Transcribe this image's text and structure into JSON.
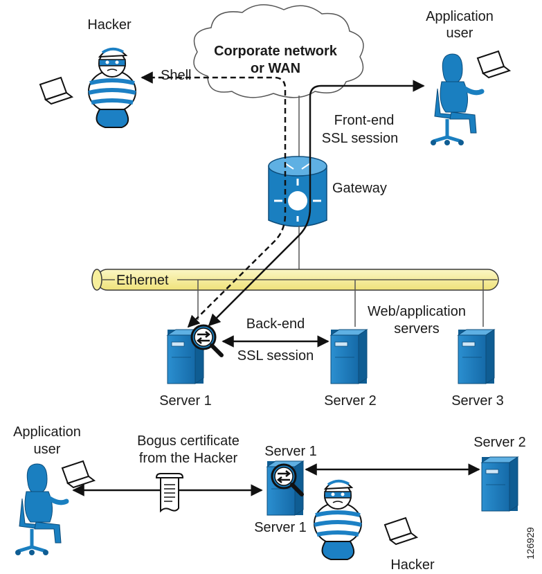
{
  "colors": {
    "device_blue": "#1a7fc0",
    "device_dark": "#0f5d93",
    "ethernet_fill": "#f7ef9c",
    "ethernet_stroke": "#3a3a3a",
    "line": "#111111",
    "hacker_shirt_blue": "#1c80c4"
  },
  "cloud": {
    "line1": "Corporate network",
    "line2": "or WAN"
  },
  "top": {
    "hacker_label": "Hacker",
    "shell_label": "Shell",
    "app_user_line1": "Application",
    "app_user_line2": "user",
    "frontend_line1": "Front-end",
    "frontend_line2": "SSL session",
    "gateway_label": "Gateway",
    "ethernet_label": "Ethernet",
    "webapp_line1": "Web/application",
    "webapp_line2": "servers",
    "backend_line1": "Back-end",
    "backend_line2": "SSL session",
    "server1_label": "Server 1",
    "server2_label": "Server 2",
    "server3_label": "Server 3"
  },
  "bottom": {
    "app_user_line1": "Application",
    "app_user_line2": "user",
    "bogus_line1": "Bogus certificate",
    "bogus_line2": "from the Hacker",
    "server1_top_label": "Server 1",
    "server1_bottom_label": "Server 1",
    "server2_label": "Server 2",
    "hacker_label": "Hacker"
  },
  "figure_id": "126929",
  "icons": {
    "hacker": "hacker-icon",
    "application_user": "application-user-icon",
    "gateway": "gateway-router-icon",
    "server": "server-tower-icon",
    "ssl_inspector": "ssl-inspection-icon",
    "certificate": "certificate-document-icon",
    "cloud": "cloud-icon"
  }
}
